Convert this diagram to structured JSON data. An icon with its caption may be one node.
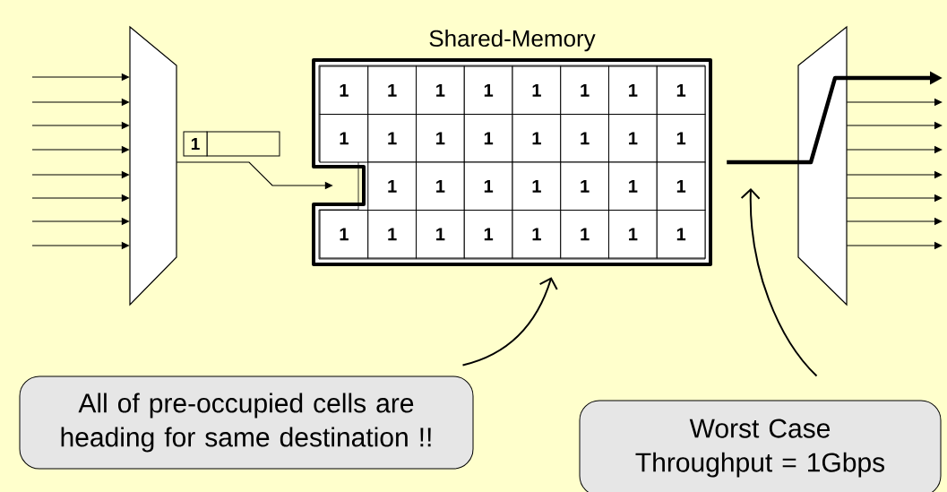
{
  "diagram": {
    "nodes": [
      {
        "text": [],
        "shape": "trapezoid"
      },
      {
        "text": [
          "Shared-Memory"
        ]
      },
      {
        "text": [],
        "shape": "trapezoid"
      },
      {
        "text": [
          "All of pre-occupied cells are heading for same destination !!"
        ]
      },
      {
        "text": [
          "Worst Case Throughput = 1Gbps"
        ]
      }
    ],
    "edges": [
      {
        "from": null,
        "to": 0,
        "arrow": "to"
      },
      {
        "from": null,
        "to": 0,
        "arrow": "to"
      },
      {
        "from": null,
        "to": 0,
        "arrow": "to"
      },
      {
        "from": null,
        "to": 0,
        "arrow": "to"
      },
      {
        "from": null,
        "to": 0,
        "arrow": "to"
      },
      {
        "from": null,
        "to": 0,
        "arrow": "to"
      },
      {
        "from": null,
        "to": 0,
        "arrow": "to"
      },
      {
        "from": null,
        "to": 0,
        "arrow": "to"
      },
      {
        "from": 0,
        "to": 1,
        "arrow": "to"
      },
      {
        "from": 1,
        "to": null,
        "arrow": "to",
        "style": "thick"
      },
      {
        "from": 2,
        "to": null,
        "arrow": "to"
      },
      {
        "from": 2,
        "to": null,
        "arrow": "to"
      },
      {
        "from": 2,
        "to": null,
        "arrow": "to"
      },
      {
        "from": 2,
        "to": null,
        "arrow": "to"
      },
      {
        "from": 2,
        "to": null,
        "arrow": "to"
      },
      {
        "from": 2,
        "to": null,
        "arrow": "to"
      },
      {
        "from": 2,
        "to": null,
        "arrow": "to"
      },
      {
        "from": 3,
        "to": 1,
        "arrow": "to"
      },
      {
        "from": 4,
        "to": null,
        "arrow": "to"
      }
    ],
    "labels": [
      "1",
      "1",
      "1",
      "1",
      "1",
      "1",
      "1",
      "1",
      "1",
      "1",
      "1",
      "1",
      "1",
      "1",
      "1",
      "1",
      "1",
      "1",
      "1",
      "1",
      "1",
      "1",
      "1",
      "1",
      "1",
      "1",
      "1",
      "1",
      "1",
      "1",
      "1",
      "1"
    ]
  }
}
